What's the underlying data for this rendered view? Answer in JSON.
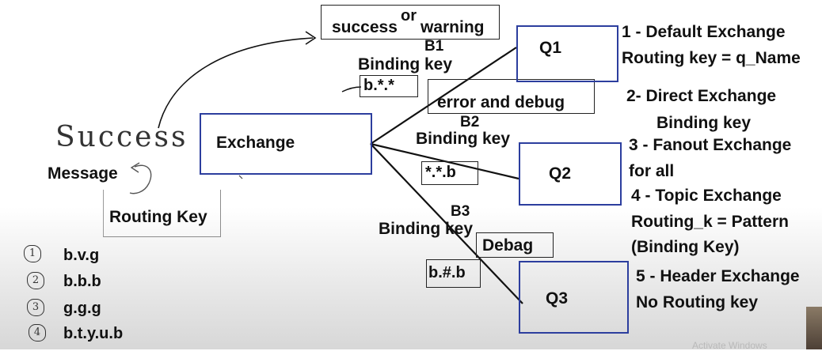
{
  "exchange": {
    "label": "Exchange"
  },
  "queues": {
    "q1": "Q1",
    "q2": "Q2",
    "q3": "Q3"
  },
  "bindings": {
    "b1": {
      "name": "B1",
      "title": "Binding key",
      "key": "b.*.*",
      "filter_left": "success",
      "filter_or": "or",
      "filter_right": "warning"
    },
    "b2": {
      "name": "B2",
      "title": "Binding key",
      "key": "*.*.b",
      "filter": "error and debug"
    },
    "b3": {
      "name": "B3",
      "title": "Binding key",
      "key": "b.#.b",
      "filter": "Debag"
    }
  },
  "left": {
    "handwritten": "Success",
    "message": "Message",
    "routing_key": "Routing Key",
    "examples": [
      {
        "mark": "1",
        "value": "b.v.g"
      },
      {
        "mark": "2",
        "value": "b.b.b"
      },
      {
        "mark": "3",
        "value": "g.g.g"
      },
      {
        "mark": "4",
        "value": "b.t.y.u.b"
      }
    ]
  },
  "exchange_types": [
    {
      "lines": [
        "1 - Default Exchange",
        "Routing key = q_Name"
      ]
    },
    {
      "lines": [
        "2- Direct Exchange",
        "Binding key"
      ]
    },
    {
      "lines": [
        "3 - Fanout Exchange",
        "for all"
      ]
    },
    {
      "lines": [
        "4 - Topic Exchange",
        "Routing_k = Pattern",
        "(Binding Key)"
      ]
    },
    {
      "lines": [
        "5 - Header Exchange",
        "No Routing key"
      ]
    }
  ],
  "watermark": "Activate Windows",
  "colors": {
    "box_border": "#2c3e9e",
    "line": "#111111",
    "text": "#111111"
  }
}
